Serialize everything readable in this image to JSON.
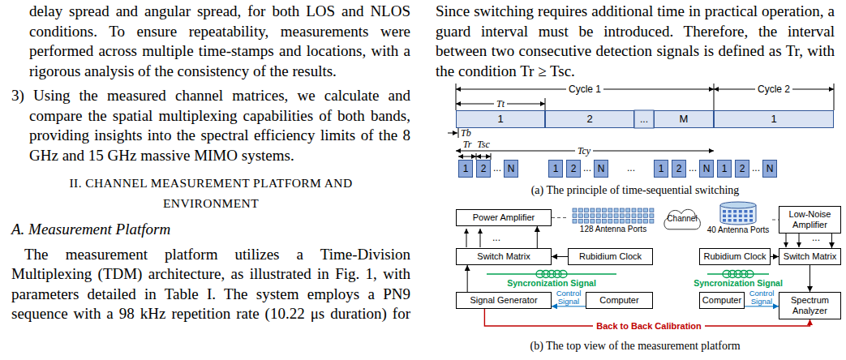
{
  "diagram": {
    "nodes": [
      {
        "text": [
          "1"
        ]
      },
      {
        "text": [
          "2"
        ]
      },
      {
        "text": [
          "M"
        ]
      },
      {
        "text": [
          "1"
        ]
      },
      {
        "text": [
          "1"
        ]
      },
      {
        "text": [
          "2"
        ]
      },
      {
        "text": [
          "N"
        ]
      },
      {
        "text": [
          "1"
        ]
      },
      {
        "text": [
          "2"
        ]
      },
      {
        "text": [
          "N"
        ]
      },
      {
        "text": [
          "1"
        ]
      },
      {
        "text": [
          "2"
        ]
      },
      {
        "text": [
          "N"
        ]
      },
      {
        "text": [
          "1"
        ]
      },
      {
        "text": [
          "2"
        ]
      },
      {
        "text": [
          "N"
        ]
      },
      {
        "text": [
          "Power Amplifier"
        ]
      },
      {
        "text": [
          "128 Antenna Ports"
        ]
      },
      {
        "text": [
          "Channel"
        ]
      },
      {
        "text": [
          "40 Antenna Ports"
        ]
      },
      {
        "text": [
          "Low-Noise Amplifier"
        ]
      },
      {
        "text": [
          "Switch Matrix"
        ]
      },
      {
        "text": [
          "Rubidium Clock"
        ]
      },
      {
        "text": [
          "Rubidium Clock"
        ]
      },
      {
        "text": [
          "Switch Matrix"
        ]
      },
      {
        "text": [
          "Signal Generator"
        ]
      },
      {
        "text": [
          "Computer"
        ]
      },
      {
        "text": [
          "Computer"
        ]
      },
      {
        "text": [
          "Spectrum Analyzer"
        ]
      }
    ],
    "edges": [
      {
        "from": 21,
        "to": 16,
        "arrow": "to"
      },
      {
        "from": 22,
        "to": 21,
        "arrow": "to"
      },
      {
        "from": 25,
        "to": 21,
        "arrow": "to"
      },
      {
        "from": 26,
        "to": 25,
        "label": "Control Signal",
        "arrow": "to"
      },
      {
        "from": 16,
        "to": 17,
        "arrow": "none"
      },
      {
        "from": 19,
        "to": 20,
        "arrow": "none"
      },
      {
        "from": 20,
        "to": 24,
        "arrow": "to"
      },
      {
        "from": 23,
        "to": 24,
        "arrow": "to"
      },
      {
        "from": 24,
        "to": 28,
        "arrow": "to"
      },
      {
        "from": 27,
        "to": 28,
        "label": "Control Signal",
        "arrow": "to"
      },
      {
        "from": 25,
        "to": 28,
        "label": "Back to Back Calibration",
        "arrow": "to"
      }
    ],
    "labels": [
      "delay spread and angular spread, for both LOS and NLOS conditions. To ensure repeatability, measurements were performed across multiple time-stamps and locations, with a rigorous analysis of the consistency of the results.",
      "3) Using the measured channel matrices, we calculate and compare the spatial multiplexing capabilities of both bands, providing insights into the spectral efficiency limits of the 8 GHz and 15 GHz massive MIMO systems.",
      "II. CHANNEL MEASUREMENT PLATFORM AND ENVIRONMENT",
      "A. Measurement Platform",
      "The measurement platform utilizes a Time-Division Multiplexing (TDM) architecture, as illustrated in Fig. 1, with parameters detailed in Table I. The system employs a PN9 sequence with a 98 kHz repetition rate (10.22 μs duration) for",
      "Since switching requires additional time in practical operation, a guard interval must be introduced. Therefore, the interval between two consecutive detection signals is defined as Tr, with the condition Tr ≥ Tsc.",
      "Cycle 1",
      "Cycle 2",
      "Tt",
      "...",
      "Tb",
      "Tr",
      "Tsc",
      "Tcy",
      "...",
      "...",
      "...",
      "...",
      "...",
      "(a) The principle of time-sequential switching",
      "...",
      "...",
      "Syncronization Signal",
      "Syncronization Signal",
      "(b) The top view of the measurement platform"
    ]
  }
}
